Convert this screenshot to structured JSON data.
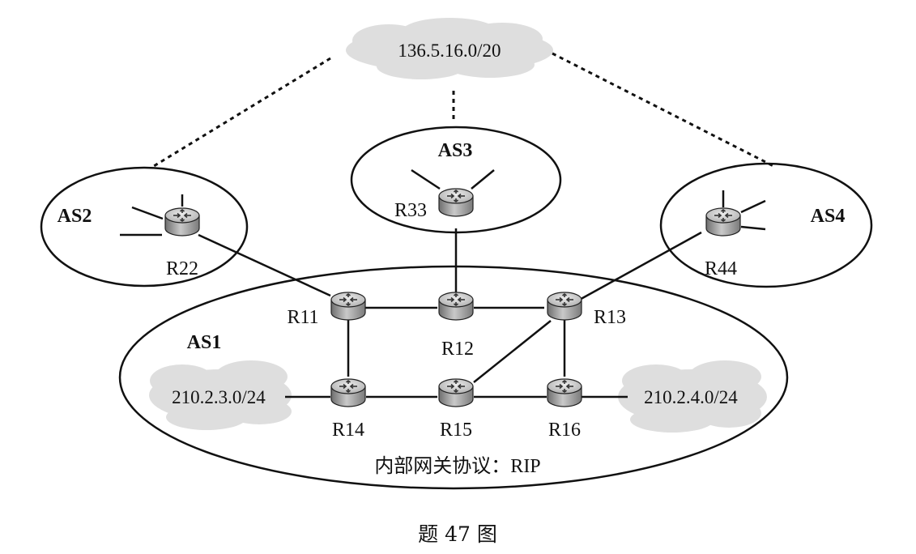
{
  "clouds": {
    "top": "136.5.16.0/20",
    "left": "210.2.3.0/24",
    "right": "210.2.4.0/24"
  },
  "autonomous_systems": {
    "as1": "AS1",
    "as2": "AS2",
    "as3": "AS3",
    "as4": "AS4"
  },
  "routers": {
    "r11": "R11",
    "r12": "R12",
    "r13": "R13",
    "r14": "R14",
    "r15": "R15",
    "r16": "R16",
    "r22": "R22",
    "r33": "R33",
    "r44": "R44"
  },
  "protocol_label": "内部网关协议：RIP",
  "caption": "题 47 图",
  "colors": {
    "line": "#111111",
    "router_body": "#9a9a9a",
    "router_top": "#d4d4d4",
    "cloud": "#dcdcdc"
  }
}
